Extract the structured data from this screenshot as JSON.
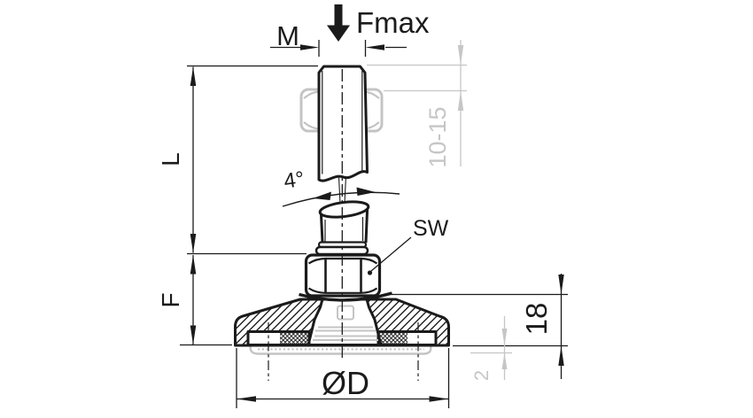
{
  "drawing": {
    "type": "technical-drawing",
    "subject": "machine-leveling-foot-side-section",
    "background": "#ffffff",
    "line_color": "#1b1b1b",
    "reference_color": "#c5c5c5"
  },
  "labels": {
    "force": "Fmax",
    "thread_size": "M",
    "spindle_length": "L",
    "foot_height": "F",
    "tilt_angle": "4°",
    "wrench_size": "SW",
    "thread_engagement": "10-15",
    "base_height": "18",
    "pad_protrusion": "2",
    "base_diameter": "ØD"
  }
}
